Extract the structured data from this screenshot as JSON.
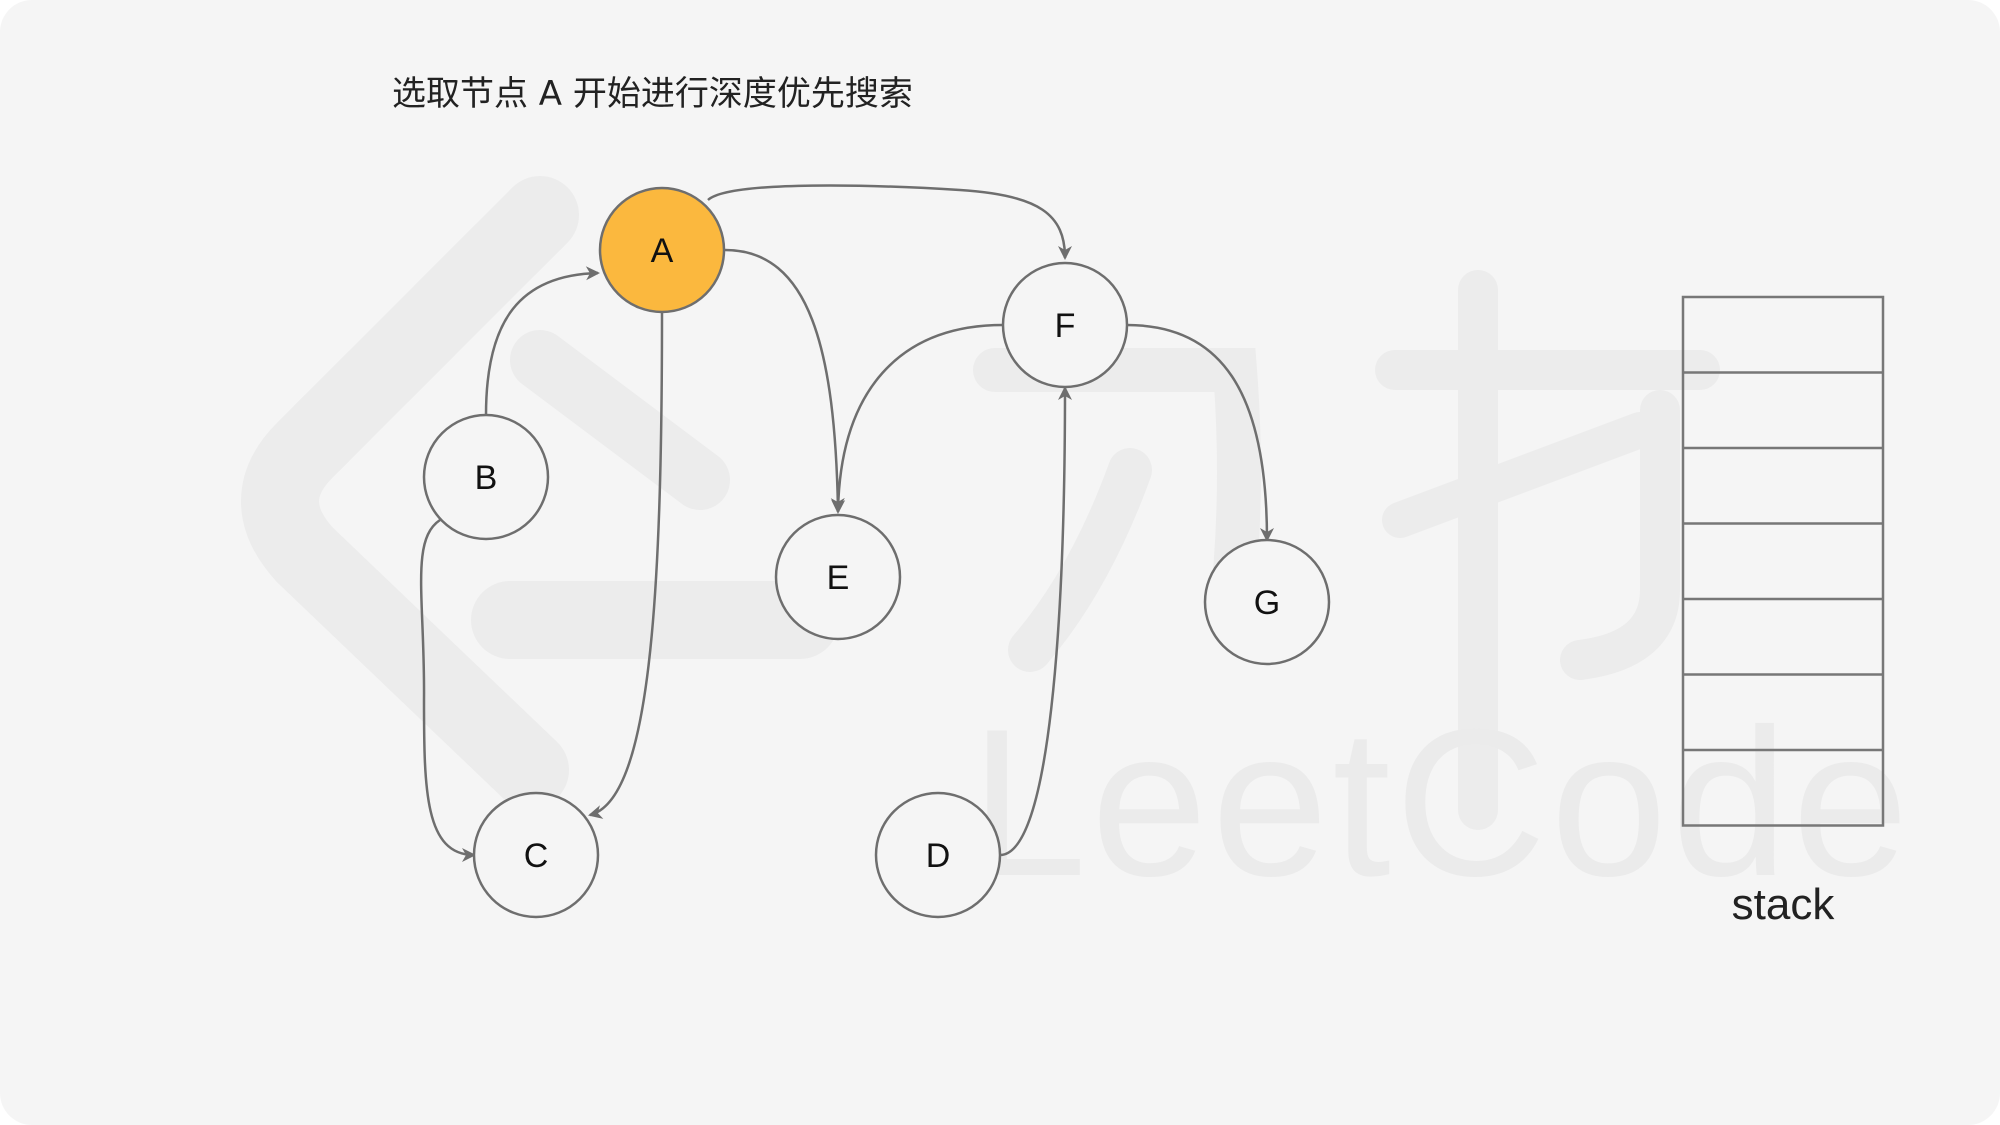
{
  "caption": "选取节点 A 开始进行深度优先搜索",
  "stack_label": "stack",
  "colors": {
    "background": "#f5f5f5",
    "node_fill": "#f5f5f5",
    "node_stroke": "#6e6e6e",
    "highlight_fill": "#fbb83e",
    "edge": "#6e6e6e",
    "watermark": "#ebebeb"
  },
  "nodes": [
    {
      "id": "A",
      "label": "A",
      "highlighted": true
    },
    {
      "id": "B",
      "label": "B",
      "highlighted": false
    },
    {
      "id": "C",
      "label": "C",
      "highlighted": false
    },
    {
      "id": "D",
      "label": "D",
      "highlighted": false
    },
    {
      "id": "E",
      "label": "E",
      "highlighted": false
    },
    {
      "id": "F",
      "label": "F",
      "highlighted": false
    },
    {
      "id": "G",
      "label": "G",
      "highlighted": false
    }
  ],
  "edges": [
    {
      "from": "A",
      "to": "F"
    },
    {
      "from": "A",
      "to": "E"
    },
    {
      "from": "A",
      "to": "C"
    },
    {
      "from": "B",
      "to": "A"
    },
    {
      "from": "B",
      "to": "C"
    },
    {
      "from": "F",
      "to": "E"
    },
    {
      "from": "F",
      "to": "G"
    },
    {
      "from": "D",
      "to": "F"
    }
  ],
  "stack": {
    "slots": 7,
    "items": []
  }
}
